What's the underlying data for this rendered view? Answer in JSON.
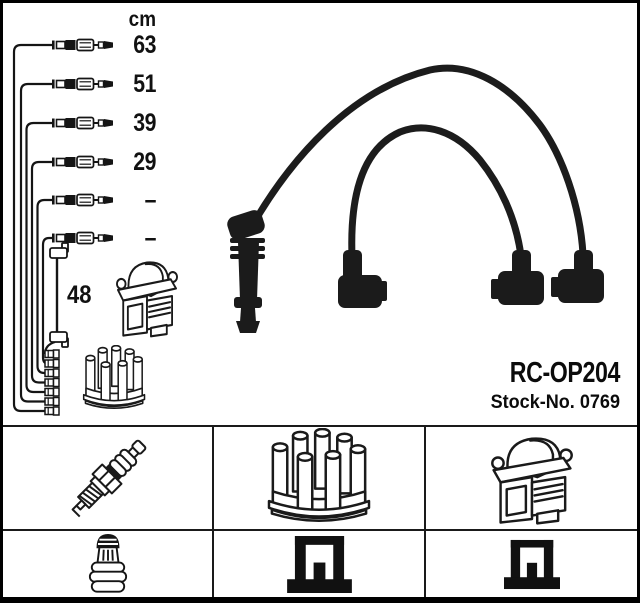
{
  "product": {
    "code": "RC-OP204",
    "stock": "Stock-No. 0769"
  },
  "length_table": {
    "unit": "cm",
    "values": [
      "63",
      "51",
      "39",
      "29",
      "–",
      "–"
    ],
    "coil_lead": "48"
  },
  "diagram": {
    "lead_count": 6,
    "bundle_end_count": 7,
    "photo_cable_count": 2,
    "photo_boot_count": 4
  },
  "component_grid": {
    "top_row": [
      "spark-plug",
      "distributor-cap",
      "ignition-coil"
    ],
    "bottom_row": [
      "plug-terminal-nut",
      "din-connector",
      "din-connector"
    ]
  },
  "colors": {
    "background": "#ffffff",
    "line_art": "#1a1a1a",
    "frame": "#000000",
    "photo_black": "#1b1b1b",
    "text": "#0b0b0b"
  }
}
